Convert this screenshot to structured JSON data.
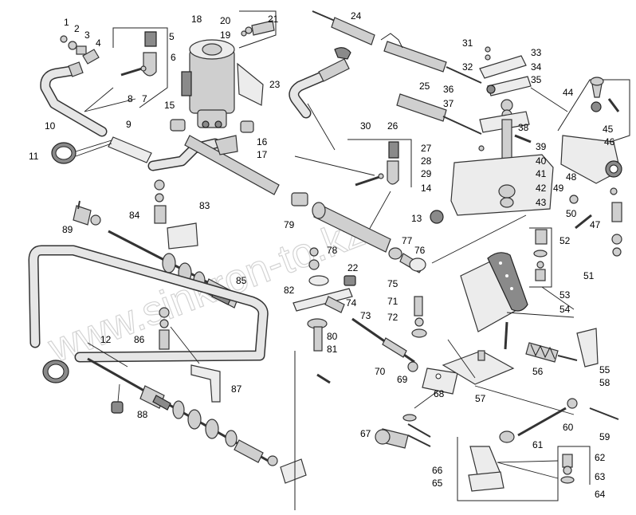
{
  "diagram": {
    "watermark": "www.sinkron-to.kz",
    "callouts": [
      "1",
      "2",
      "3",
      "4",
      "5",
      "6",
      "7",
      "8",
      "9",
      "10",
      "11",
      "12",
      "13",
      "14",
      "15",
      "16",
      "17",
      "18",
      "19",
      "20",
      "21",
      "22",
      "23",
      "24",
      "25",
      "26",
      "27",
      "28",
      "29",
      "30",
      "31",
      "32",
      "33",
      "34",
      "35",
      "36",
      "37",
      "38",
      "39",
      "40",
      "41",
      "42",
      "43",
      "44",
      "45",
      "46",
      "47",
      "48",
      "49",
      "50",
      "51",
      "52",
      "53",
      "54",
      "55",
      "56",
      "57",
      "58",
      "59",
      "60",
      "61",
      "62",
      "63",
      "64",
      "65",
      "66",
      "67",
      "68",
      "69",
      "70",
      "71",
      "72",
      "73",
      "74",
      "75",
      "76",
      "77",
      "78",
      "79",
      "80",
      "81",
      "82",
      "83",
      "84",
      "85",
      "86",
      "87",
      "88",
      "89"
    ]
  }
}
